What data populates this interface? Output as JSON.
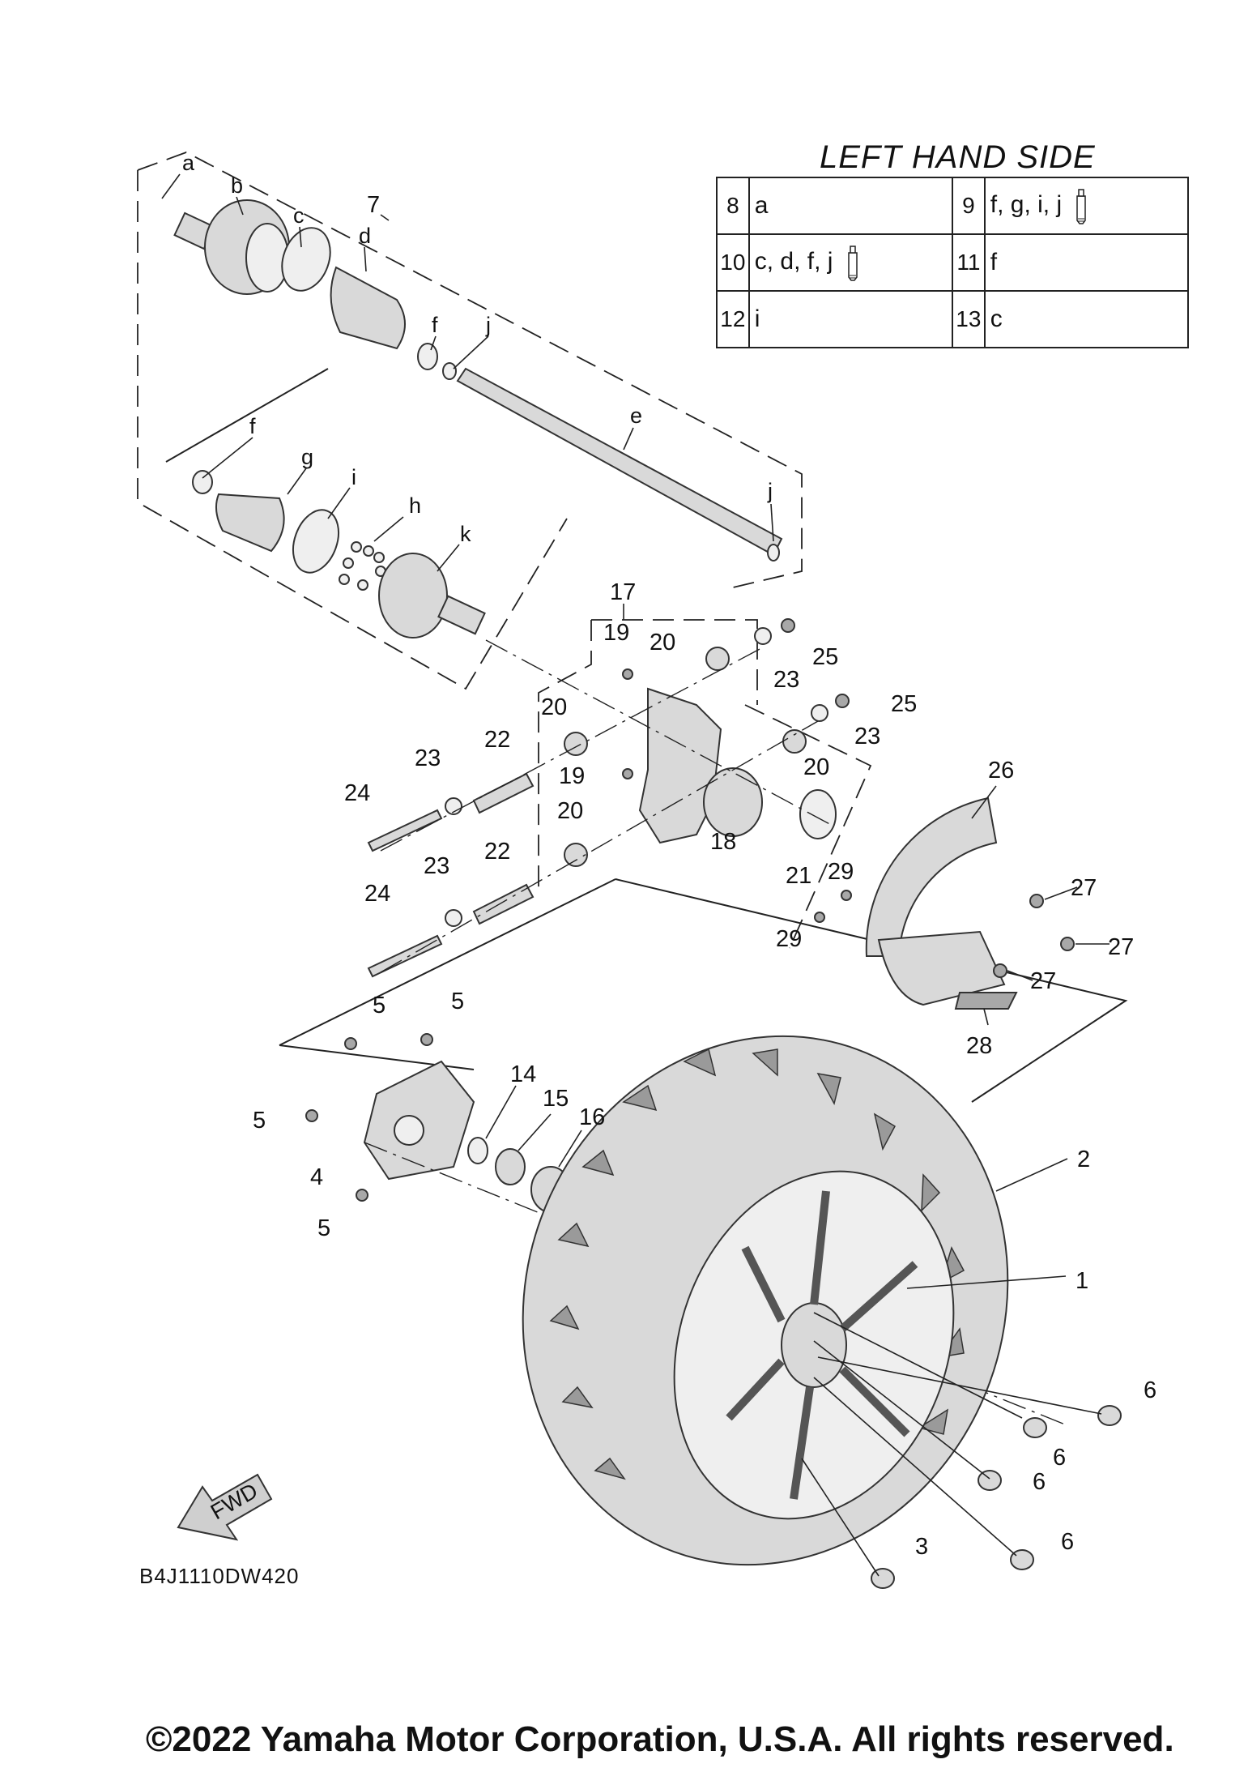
{
  "legend": {
    "title": "LEFT HAND SIDE",
    "rows": [
      [
        {
          "num": "8",
          "val": "a",
          "tube": false
        },
        {
          "num": "9",
          "val": "f, g, i, j",
          "tube": true
        }
      ],
      [
        {
          "num": "10",
          "val": "c, d, f, j",
          "tube": true
        },
        {
          "num": "11",
          "val": "f",
          "tube": false
        }
      ],
      [
        {
          "num": "12",
          "val": "i",
          "tube": false
        },
        {
          "num": "13",
          "val": "c",
          "tube": false
        }
      ]
    ]
  },
  "letters": {
    "a": "a",
    "b": "b",
    "c": "c",
    "d": "d",
    "e": "e",
    "f1": "f",
    "f2": "f",
    "g": "g",
    "h": "h",
    "i": "i",
    "j1": "j",
    "j2": "j",
    "k": "k"
  },
  "callouts": {
    "n1": "1",
    "n2": "2",
    "n3": "3",
    "n4": "4",
    "n5a": "5",
    "n5b": "5",
    "n5c": "5",
    "n5d": "5",
    "n6a": "6",
    "n6b": "6",
    "n6c": "6",
    "n6d": "6",
    "n7": "7",
    "n14": "14",
    "n15": "15",
    "n16": "16",
    "n17": "17",
    "n18": "18",
    "n19a": "19",
    "n19b": "19",
    "n20a": "20",
    "n20b": "20",
    "n20c": "20",
    "n20d": "20",
    "n21": "21",
    "n22a": "22",
    "n22b": "22",
    "n23a": "23",
    "n23b": "23",
    "n23c": "23",
    "n23d": "23",
    "n24a": "24",
    "n24b": "24",
    "n25a": "25",
    "n25b": "25",
    "n26": "26",
    "n27a": "27",
    "n27b": "27",
    "n27c": "27",
    "n28": "28",
    "n29a": "29",
    "n29b": "29"
  },
  "fwd_label": "FWD",
  "drawing_code": "B4J1110DW420",
  "copyright": "©2022 Yamaha Motor Corporation, U.S.A. All rights reserved."
}
